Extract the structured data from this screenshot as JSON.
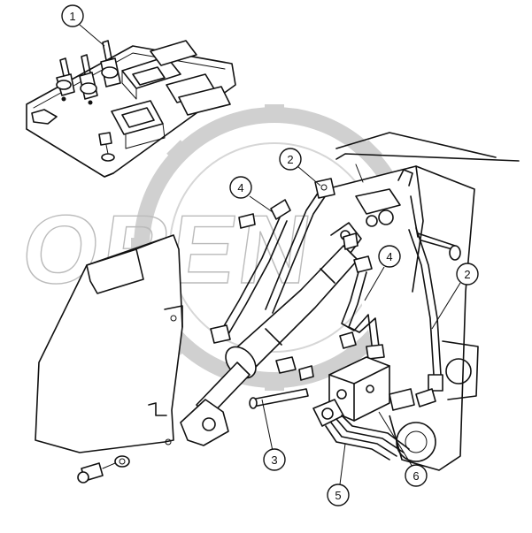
{
  "callouts": [
    {
      "id": "1",
      "label": "1"
    },
    {
      "id": "2a",
      "label": "2"
    },
    {
      "id": "2b",
      "label": "2"
    },
    {
      "id": "3",
      "label": "3"
    },
    {
      "id": "4a",
      "label": "4"
    },
    {
      "id": "4b",
      "label": "4"
    },
    {
      "id": "5",
      "label": "5"
    },
    {
      "id": "6",
      "label": "6"
    }
  ],
  "watermark": {
    "text": "OPEN"
  },
  "colors": {
    "ink": "#111111",
    "background": "#ffffff",
    "watermark": "#bbbbbb"
  }
}
